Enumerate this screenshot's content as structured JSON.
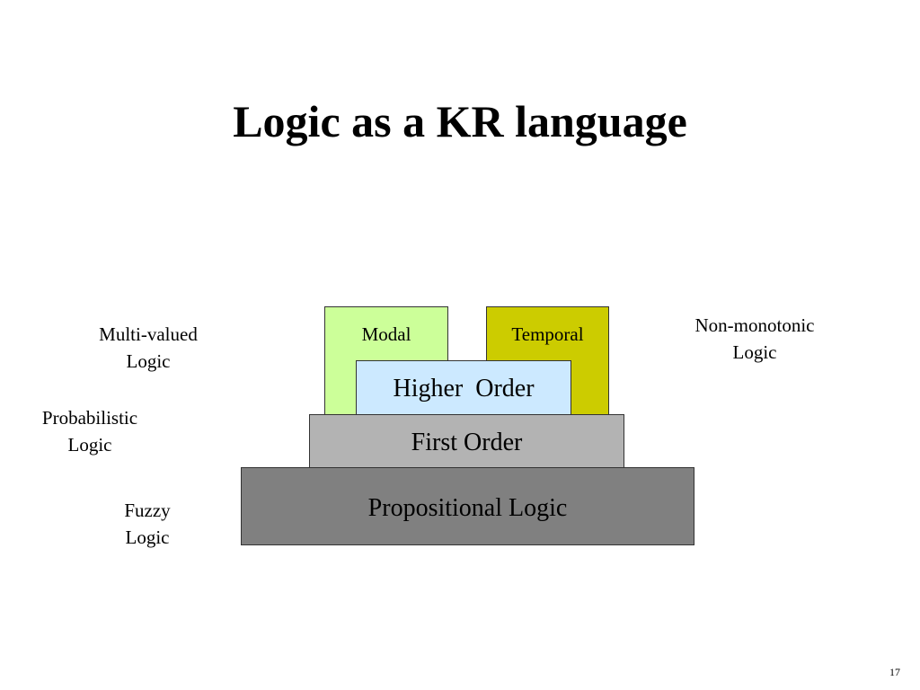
{
  "slide": {
    "title": "Logic as a KR language",
    "page_number": "17"
  },
  "diagram": {
    "boxes": {
      "modal": {
        "label": "Modal",
        "color": "#ccff99"
      },
      "temporal": {
        "label": "Temporal",
        "color": "#cccc00"
      },
      "higher_order": {
        "label": "Higher  Order",
        "color": "#cce9ff"
      },
      "first_order": {
        "label": "First Order",
        "color": "#b3b3b3"
      },
      "propositional": {
        "label": "Propositional Logic",
        "color": "#808080"
      }
    },
    "side_labels": {
      "multi_valued": {
        "line1": "Multi-valued",
        "line2": "Logic"
      },
      "probabilistic": {
        "line1": "Probabilistic",
        "line2": "Logic"
      },
      "fuzzy": {
        "line1": "Fuzzy",
        "line2": "Logic"
      },
      "non_monotonic": {
        "line1": "Non-monotonic",
        "line2": "Logic"
      }
    }
  }
}
